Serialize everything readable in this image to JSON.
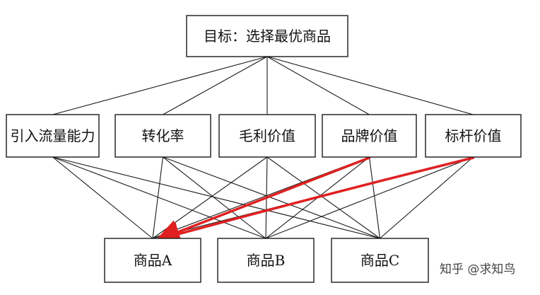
{
  "diagram": {
    "goal": {
      "label": "目标：选择最优商品"
    },
    "criteria": [
      {
        "label": "引入流量能力"
      },
      {
        "label": "转化率"
      },
      {
        "label": "毛利价值"
      },
      {
        "label": "品牌价值"
      },
      {
        "label": "标杆价值"
      }
    ],
    "alternatives": [
      {
        "label": "商品A"
      },
      {
        "label": "商品B"
      },
      {
        "label": "商品C"
      }
    ],
    "highlight": {
      "from": [
        "品牌价值",
        "标杆价值"
      ],
      "to": "商品A",
      "color": "#e02020"
    }
  },
  "watermark": {
    "text": "知乎 @求知鸟"
  }
}
